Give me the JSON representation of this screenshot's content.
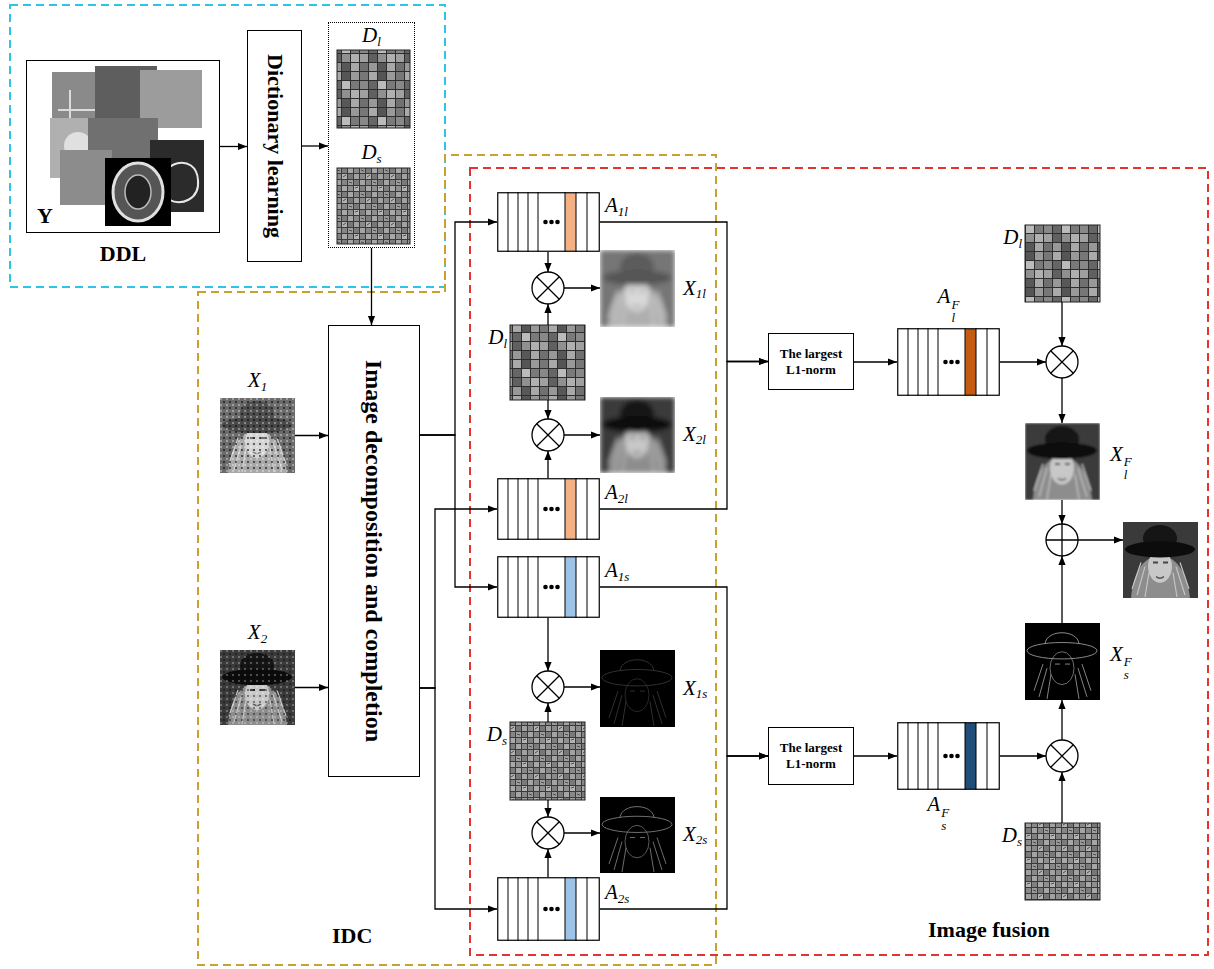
{
  "diagram": {
    "nodes": [
      {
        "text": [
          "Y",
          "DDL"
        ]
      },
      {
        "text": [
          "Dictionary learning"
        ]
      },
      {
        "text": [
          "Dl",
          "Ds"
        ]
      },
      {
        "text": [
          "X1"
        ]
      },
      {
        "text": [
          "X2"
        ]
      },
      {
        "text": [
          "Image decomposition and completion"
        ]
      },
      {
        "text": [
          "A1l"
        ]
      },
      {
        "text": [
          "X1l"
        ]
      },
      {
        "text": [
          "Dl"
        ]
      },
      {
        "text": [
          "X2l"
        ]
      },
      {
        "text": [
          "A2l"
        ]
      },
      {
        "text": [
          "A1s"
        ]
      },
      {
        "text": [
          "X1s"
        ]
      },
      {
        "text": [
          "Ds"
        ]
      },
      {
        "text": [
          "X2s"
        ]
      },
      {
        "text": [
          "A2s"
        ]
      },
      {
        "text": [
          "The largest L1-norm"
        ]
      },
      {
        "text": [
          "AlF"
        ]
      },
      {
        "text": [
          "Dl"
        ]
      },
      {
        "text": [
          "XlF"
        ]
      },
      {
        "text": [
          "The largest L1-norm"
        ]
      },
      {
        "text": [
          "AsF"
        ]
      },
      {
        "text": [
          "XsF"
        ]
      },
      {
        "text": [
          "Ds"
        ]
      }
    ],
    "edges": [
      {
        "from": 0,
        "to": 1,
        "arrow": "to"
      },
      {
        "from": 1,
        "to": 2,
        "arrow": "to"
      },
      {
        "from": 2,
        "to": 5,
        "arrow": "to"
      },
      {
        "from": 3,
        "to": 5,
        "arrow": "to"
      },
      {
        "from": 4,
        "to": 5,
        "arrow": "to"
      },
      {
        "from": 5,
        "to": 6,
        "arrow": "to"
      },
      {
        "from": 5,
        "to": 10,
        "arrow": "to"
      },
      {
        "from": 5,
        "to": 11,
        "arrow": "to"
      },
      {
        "from": 5,
        "to": 15,
        "arrow": "to"
      },
      {
        "from": 6,
        "to": 16,
        "arrow": "to"
      },
      {
        "from": 10,
        "to": 16,
        "arrow": "to"
      },
      {
        "from": 16,
        "to": 17,
        "arrow": "to"
      },
      {
        "from": 11,
        "to": 20,
        "arrow": "to"
      },
      {
        "from": 15,
        "to": 20,
        "arrow": "to"
      },
      {
        "from": 20,
        "to": 21,
        "arrow": "to"
      }
    ],
    "labels": [
      "IDC",
      "Image fusion"
    ]
  }
}
